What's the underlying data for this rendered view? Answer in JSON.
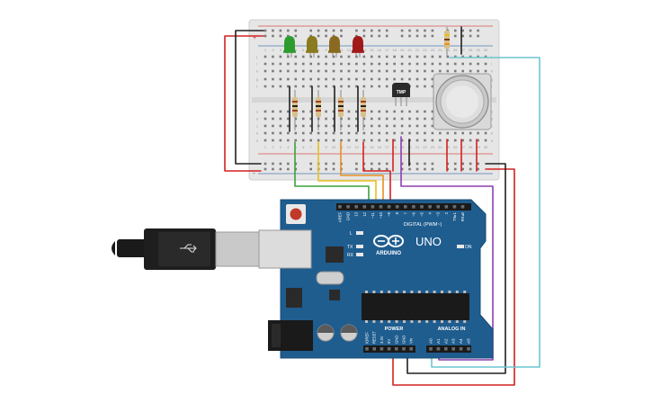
{
  "breadboard": {
    "column_numbers": [
      "1",
      "2",
      "3",
      "4",
      "5",
      "6",
      "7",
      "8",
      "9",
      "10",
      "11",
      "12",
      "13",
      "14",
      "15",
      "16",
      "17",
      "18",
      "19",
      "20",
      "21",
      "22",
      "23",
      "24",
      "25",
      "26",
      "27",
      "28",
      "29",
      "30"
    ],
    "row_letters_top": [
      "j",
      "i",
      "h",
      "g",
      "f"
    ],
    "row_letters_bottom": [
      "e",
      "d",
      "c",
      "b",
      "a"
    ],
    "plus_label": "+",
    "minus_label": "-"
  },
  "sensor": {
    "label": "TMP"
  },
  "leds": [
    {
      "name": "green",
      "color": "#2e9b2e"
    },
    {
      "name": "olive",
      "color": "#8a7a20"
    },
    {
      "name": "brown",
      "color": "#8a6a20"
    },
    {
      "name": "red",
      "color": "#a11a1a"
    }
  ],
  "arduino": {
    "board_color": "#1f5d8f",
    "logo_text": "ARDUINO",
    "model": "UNO",
    "digital_label": "DIGITAL (PWM~)",
    "power_label": "POWER",
    "analog_label": "ANALOG IN",
    "on_label": "ON",
    "tx_label": "TX",
    "rx_label": "RX",
    "l_label": "L",
    "top_pins": [
      "AREF",
      "GND",
      "13",
      "12",
      "~11",
      "~10",
      "~9",
      "8",
      "7",
      "~6",
      "~5",
      "4",
      "~3",
      "2",
      "TX▸1",
      "RX◂0"
    ],
    "power_pins": [
      "IOREF",
      "RESET",
      "3.3V",
      "5V",
      "GND",
      "GND",
      "Vin"
    ],
    "analog_pins": [
      "A0",
      "A1",
      "A2",
      "A3",
      "A4",
      "A5"
    ]
  },
  "wire_colors": {
    "red": "#d42020",
    "black": "#202020",
    "green": "#3aa33a",
    "yellow": "#e8c020",
    "orange": "#e8901e",
    "purple": "#8a3fb0",
    "cyan": "#6cc6d0"
  }
}
